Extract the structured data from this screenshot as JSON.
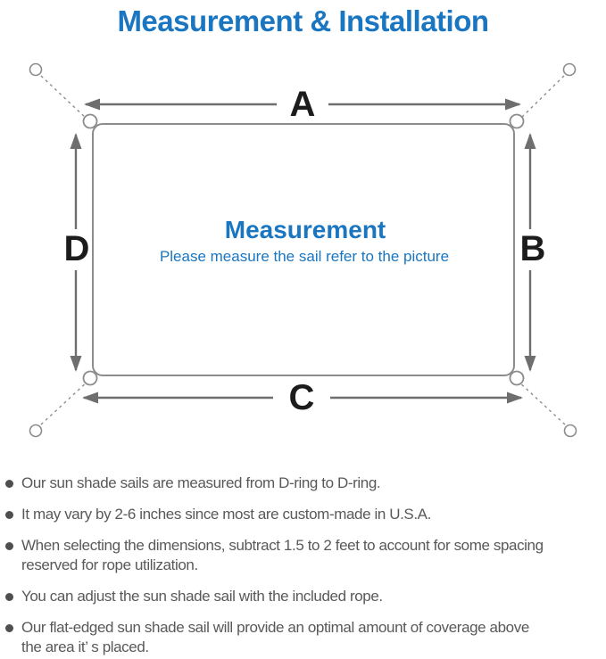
{
  "page": {
    "title": "Measurement & Installation"
  },
  "diagram": {
    "type": "sun-shade-sail-measurement-diagram",
    "labels": {
      "top": "A",
      "right": "B",
      "bottom": "C",
      "left": "D"
    },
    "center_title": "Measurement",
    "center_subtitle": "Please measure the sail refer to the picture"
  },
  "colors": {
    "accent_blue": "#1a76c0",
    "outline_gray": "#8c8c8c",
    "arrow_gray": "#6e6e6e",
    "label_black": "#1c1c1c",
    "body_text_gray": "#595959"
  },
  "bullets": {
    "items": [
      {
        "lines": [
          "Our sun shade sails are measured from D-ring to D-ring."
        ]
      },
      {
        "lines": [
          "It may vary by 2-6 inches since most are custom-made in U.S.A."
        ]
      },
      {
        "lines": [
          "When selecting the dimensions, subtract 1.5 to 2 feet to account for some spacing",
          "reserved for rope utilization."
        ]
      },
      {
        "lines": [
          "You can adjust the sun shade sail with the included rope."
        ]
      },
      {
        "lines": [
          "Our flat-edged sun shade sail will provide an optimal amount of coverage above",
          "the area it’ s placed."
        ]
      }
    ]
  }
}
